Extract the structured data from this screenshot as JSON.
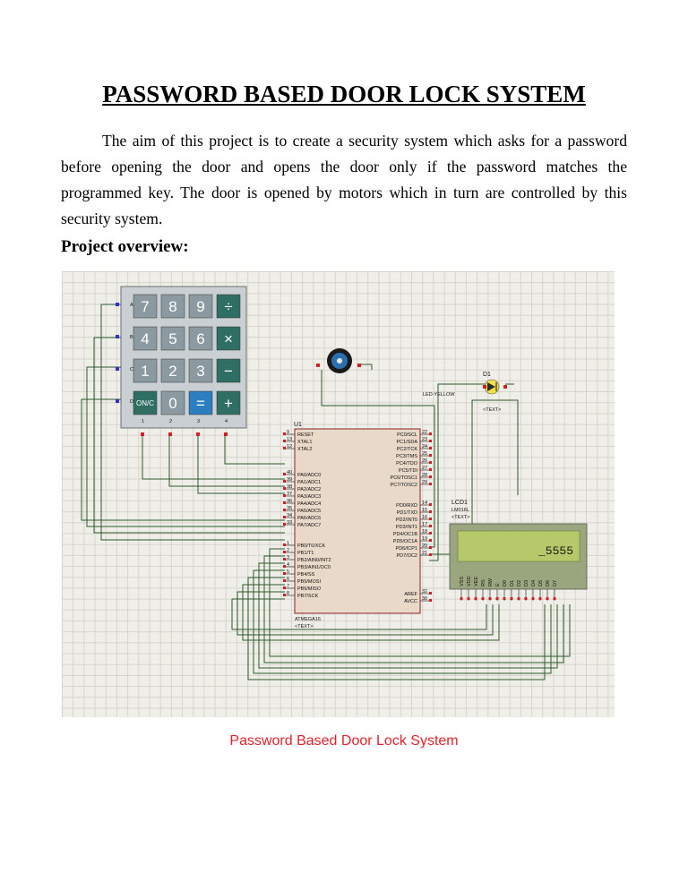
{
  "document": {
    "title": "PASSWORD BASED DOOR LOCK SYSTEM",
    "paragraph": "The aim of this project is to create a security system which asks for a password before opening the door and opens the door only if the password matches the programmed key. The door is opened by motors which in turn are controlled by this security system.",
    "section_heading": "Project overview:",
    "caption": "Password Based Door Lock System"
  },
  "schematic": {
    "keypad": {
      "keys": [
        "7",
        "8",
        "9",
        "÷",
        "4",
        "5",
        "6",
        "×",
        "1",
        "2",
        "3",
        "−",
        "ON/C",
        "0",
        "=",
        "+"
      ],
      "row_labels": [
        "A",
        "B",
        "C",
        "D"
      ],
      "col_labels": [
        "1",
        "2",
        "3",
        "4"
      ]
    },
    "mcu": {
      "ref": "U1",
      "part": "ATMEGA16",
      "text_placeholder": "<TEXT>",
      "left_pins": [
        {
          "num": "9",
          "name": "RESET"
        },
        {
          "num": "13",
          "name": "XTAL1"
        },
        {
          "num": "12",
          "name": "XTAL2"
        },
        {
          "num": "40",
          "name": "PA0/ADC0"
        },
        {
          "num": "39",
          "name": "PA1/ADC1"
        },
        {
          "num": "38",
          "name": "PA2/ADC2"
        },
        {
          "num": "37",
          "name": "PA3/ADC3"
        },
        {
          "num": "36",
          "name": "PA4/ADC4"
        },
        {
          "num": "35",
          "name": "PA5/ADC5"
        },
        {
          "num": "34",
          "name": "PA6/ADC6"
        },
        {
          "num": "33",
          "name": "PA7/ADC7"
        },
        {
          "num": "1",
          "name": "PB0/T0/XCK"
        },
        {
          "num": "2",
          "name": "PB1/T1"
        },
        {
          "num": "3",
          "name": "PB2/AIN0/INT2"
        },
        {
          "num": "4",
          "name": "PB3/AIN1/OC0"
        },
        {
          "num": "5",
          "name": "PB4/SS"
        },
        {
          "num": "6",
          "name": "PB5/MOSI"
        },
        {
          "num": "7",
          "name": "PB6/MISO"
        },
        {
          "num": "8",
          "name": "PB7/SCK"
        }
      ],
      "right_pins": [
        {
          "num": "22",
          "name": "PC0/SCL"
        },
        {
          "num": "23",
          "name": "PC1/SDA"
        },
        {
          "num": "24",
          "name": "PC2/TCK"
        },
        {
          "num": "25",
          "name": "PC3/TMS"
        },
        {
          "num": "26",
          "name": "PC4/TDO"
        },
        {
          "num": "27",
          "name": "PC5/TDI"
        },
        {
          "num": "28",
          "name": "PC6/TOSC1"
        },
        {
          "num": "29",
          "name": "PC7/TOSC2"
        },
        {
          "num": "14",
          "name": "PD0/RXD"
        },
        {
          "num": "15",
          "name": "PD1/TXD"
        },
        {
          "num": "16",
          "name": "PD2/INT0"
        },
        {
          "num": "17",
          "name": "PD3/INT1"
        },
        {
          "num": "18",
          "name": "PD4/OC1B"
        },
        {
          "num": "19",
          "name": "PD5/OC1A"
        },
        {
          "num": "20",
          "name": "PD6/ICP1"
        },
        {
          "num": "21",
          "name": "PD7/OC2"
        },
        {
          "num": "32",
          "name": "AREF"
        },
        {
          "num": "30",
          "name": "AVCC"
        }
      ]
    },
    "led": {
      "ref": "D1",
      "part": "LED-YELLOW",
      "text_placeholder": "<TEXT>"
    },
    "lcd": {
      "ref": "LCD1",
      "part": "LM016L",
      "text_placeholder": "<TEXT>",
      "display": "_5555",
      "pins": [
        "VSS",
        "VDD",
        "VEE",
        "RS",
        "RW",
        "E",
        "D0",
        "D1",
        "D2",
        "D3",
        "D4",
        "D5",
        "D6",
        "D7"
      ]
    },
    "colors": {
      "grid_bg": "#efeee8",
      "wire": "#2d5a2d",
      "chip_body": "#e8d9c8",
      "chip_border": "#8b2020",
      "lcd_screen": "#b5c96a",
      "key_grey": "#8a9aa0",
      "key_teal": "#2f6e62",
      "key_blue": "#2b7fc0",
      "pin_red": "#d02020",
      "pin_blue": "#3030d0",
      "caption": "#e0242a"
    }
  }
}
